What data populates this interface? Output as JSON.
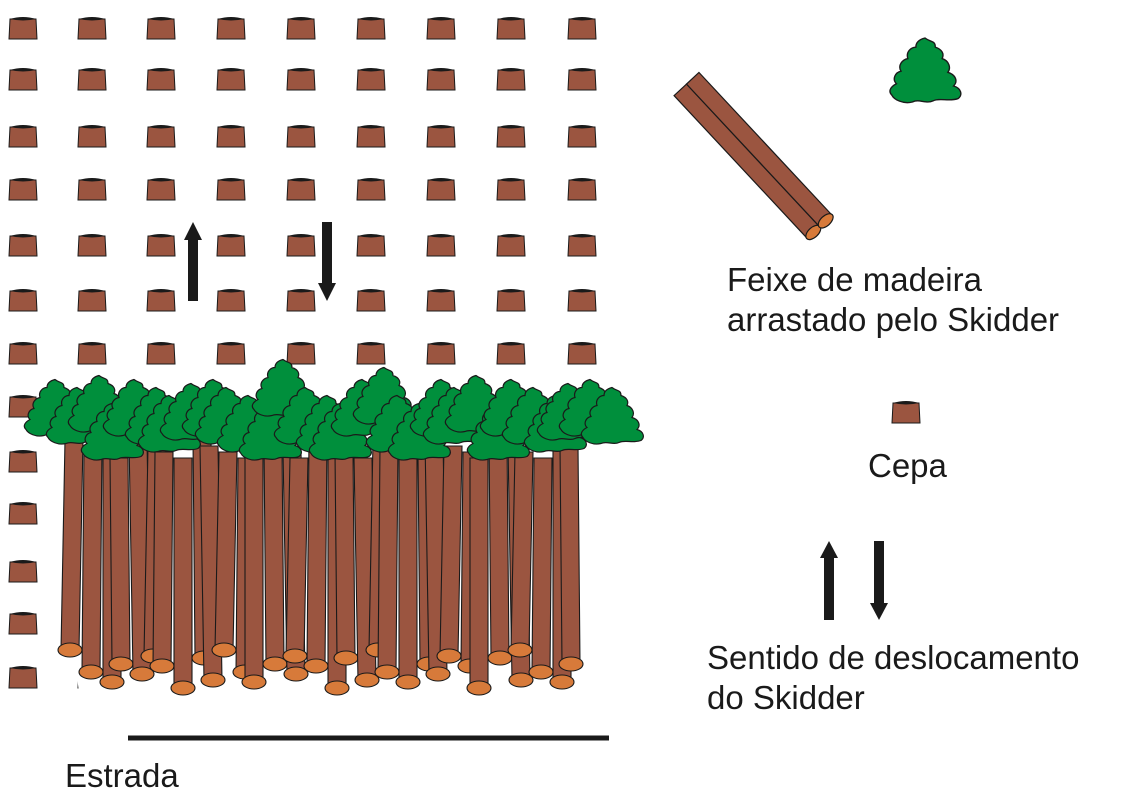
{
  "legend": {
    "bundle_label": "Feixe de madeira\narrastado pelo Skidder",
    "stump_label": "Cepa",
    "direction_label": "Sentido de deslocamento\ndo Skidder"
  },
  "road_label": "Estrada",
  "colors": {
    "stump": "#9b5540",
    "stump_top": "#1a1a1a",
    "log_bark": "#9b5540",
    "log_end": "#d77a3a",
    "foliage": "#008f3c",
    "outline": "#1a1a1a",
    "road": "#1a1a1a",
    "arrow": "#1a1a1a"
  },
  "icons": {
    "stump": "stump-icon",
    "bundle": "log-bundle-icon",
    "up_arrow": "arrow-up-icon",
    "down_arrow": "arrow-down-icon"
  }
}
